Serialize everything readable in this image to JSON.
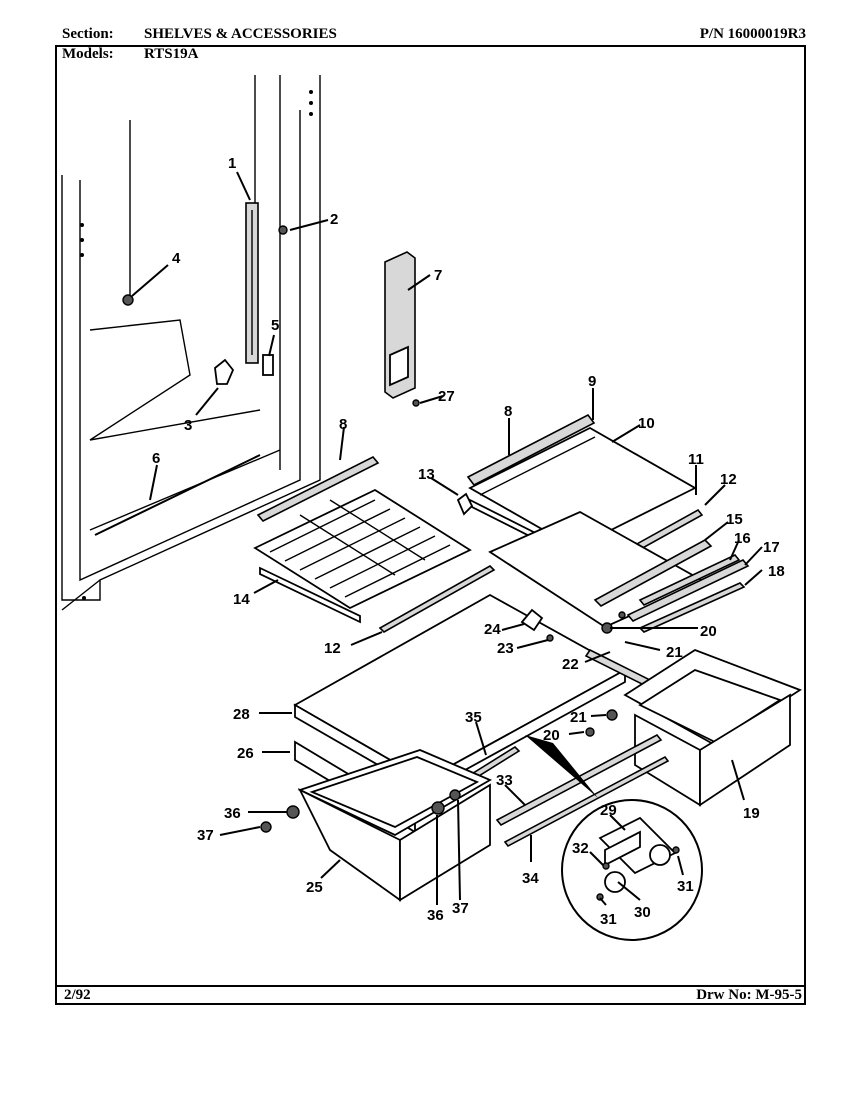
{
  "header": {
    "section_label": "Section:",
    "section_value": "SHELVES & ACCESSORIES",
    "pn": "P/N 16000019R3",
    "models_label": "Models:",
    "models_value": "RTS19A"
  },
  "footer": {
    "date": "2/92",
    "drawing_no": "Drw No: M-95-5"
  },
  "callouts": [
    "1",
    "2",
    "3",
    "4",
    "5",
    "6",
    "7",
    "27",
    "8",
    "8",
    "9",
    "10",
    "11",
    "12",
    "13",
    "14",
    "15",
    "16",
    "17",
    "18",
    "12",
    "24",
    "20",
    "23",
    "21",
    "22",
    "28",
    "35",
    "21",
    "20",
    "26",
    "19",
    "33",
    "29",
    "36",
    "37",
    "32",
    "31",
    "34",
    "25",
    "36",
    "37",
    "30",
    "31"
  ]
}
